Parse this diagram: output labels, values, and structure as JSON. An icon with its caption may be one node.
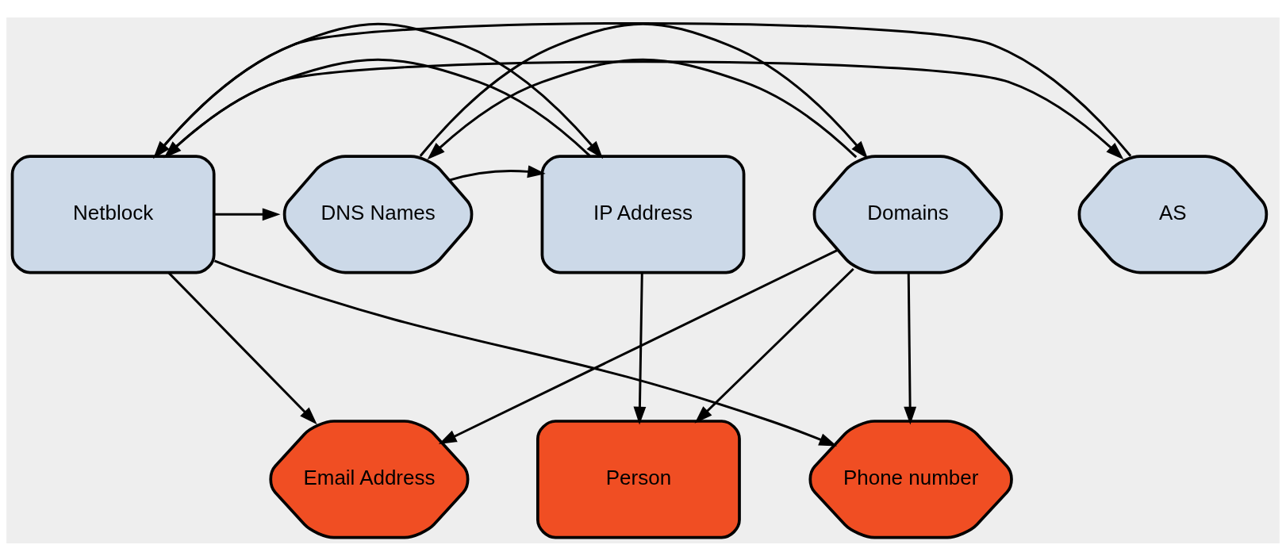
{
  "diagram": {
    "nodes": [
      {
        "text": [
          "Domains"
        ]
      },
      {
        "text": [
          "DNS Names"
        ]
      },
      {
        "text": [
          "IP Address"
        ]
      },
      {
        "text": [
          "Netblock"
        ]
      },
      {
        "text": [
          "AS"
        ]
      },
      {
        "text": [
          "Email Address"
        ]
      },
      {
        "text": [
          "Person"
        ]
      },
      {
        "text": [
          "Phone number"
        ]
      }
    ],
    "edges": [
      {
        "from": 0,
        "to": 1,
        "arrow": "to"
      },
      {
        "from": 1,
        "to": 0,
        "arrow": "to"
      },
      {
        "from": 1,
        "to": 2,
        "arrow": "to"
      },
      {
        "from": 2,
        "to": 3,
        "arrow": "to"
      },
      {
        "from": 3,
        "to": 2,
        "arrow": "to"
      },
      {
        "from": 3,
        "to": 4,
        "arrow": "to"
      },
      {
        "from": 4,
        "to": 3,
        "arrow": "to"
      },
      {
        "from": 3,
        "to": 1,
        "arrow": "to"
      },
      {
        "from": 0,
        "to": 5,
        "arrow": "to"
      },
      {
        "from": 0,
        "to": 6,
        "arrow": "to"
      },
      {
        "from": 0,
        "to": 7,
        "arrow": "to"
      },
      {
        "from": 2,
        "to": 6,
        "arrow": "to"
      },
      {
        "from": 3,
        "to": 5,
        "arrow": "to"
      },
      {
        "from": 3,
        "to": 7,
        "arrow": "to"
      }
    ]
  }
}
